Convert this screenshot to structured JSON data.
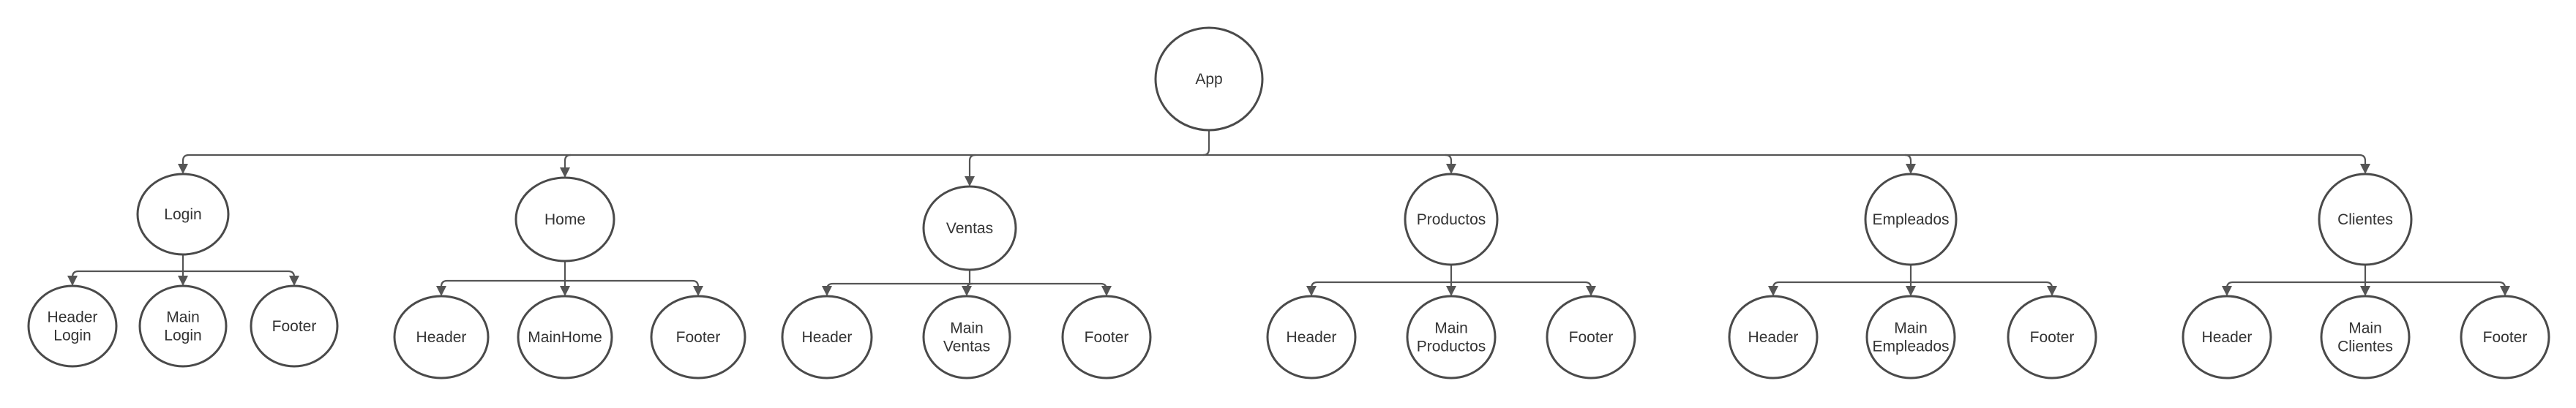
{
  "diagram": {
    "type": "tree",
    "root": {
      "id": "app",
      "label": [
        "App"
      ]
    },
    "groups": [
      {
        "id": "login",
        "label": [
          "Login"
        ],
        "children": [
          {
            "id": "login-header",
            "label": [
              "Header",
              "Login"
            ]
          },
          {
            "id": "login-main",
            "label": [
              "Main",
              "Login"
            ]
          },
          {
            "id": "login-footer",
            "label": [
              "Footer"
            ]
          }
        ]
      },
      {
        "id": "home",
        "label": [
          "Home"
        ],
        "children": [
          {
            "id": "home-header",
            "label": [
              "Header"
            ]
          },
          {
            "id": "home-main",
            "label": [
              "MainHome"
            ]
          },
          {
            "id": "home-footer",
            "label": [
              "Footer"
            ]
          }
        ]
      },
      {
        "id": "ventas",
        "label": [
          "Ventas"
        ],
        "children": [
          {
            "id": "ventas-header",
            "label": [
              "Header"
            ]
          },
          {
            "id": "ventas-main",
            "label": [
              "Main",
              "Ventas"
            ]
          },
          {
            "id": "ventas-footer",
            "label": [
              "Footer"
            ]
          }
        ]
      },
      {
        "id": "productos",
        "label": [
          "Productos"
        ],
        "children": [
          {
            "id": "productos-header",
            "label": [
              "Header"
            ]
          },
          {
            "id": "productos-main",
            "label": [
              "Main",
              "Productos"
            ]
          },
          {
            "id": "productos-footer",
            "label": [
              "Footer"
            ]
          }
        ]
      },
      {
        "id": "empleados",
        "label": [
          "Empleados"
        ],
        "children": [
          {
            "id": "empleados-header",
            "label": [
              "Header"
            ]
          },
          {
            "id": "empleados-main",
            "label": [
              "Main",
              "Empleados"
            ]
          },
          {
            "id": "empleados-footer",
            "label": [
              "Footer"
            ]
          }
        ]
      },
      {
        "id": "clientes",
        "label": [
          "Clientes"
        ],
        "children": [
          {
            "id": "clientes-header",
            "label": [
              "Header"
            ]
          },
          {
            "id": "clientes-main",
            "label": [
              "Main",
              "Clientes"
            ]
          },
          {
            "id": "clientes-footer",
            "label": [
              "Footer"
            ]
          }
        ]
      }
    ]
  }
}
